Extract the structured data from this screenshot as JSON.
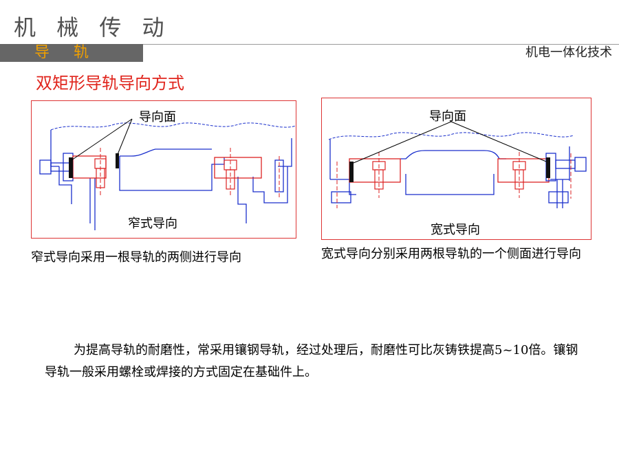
{
  "header": {
    "title": "机 械 传 动",
    "section": "导 轨",
    "subject": "机电一体化技术"
  },
  "heading": "双矩形导轨导向方式",
  "figures": {
    "narrow": {
      "guide_label": "导向面",
      "name_label": "窄式导向",
      "caption": "窄式导向采用一根导轨的两侧进行导向"
    },
    "wide": {
      "guide_label": "导向面",
      "name_label": "宽式导向",
      "caption": "宽式导向分别采用两根导轨的一个侧面进行导向"
    }
  },
  "body": "为提高导轨的耐磨性，常采用镶钢导轨，经过处理后，耐磨性可比灰铸铁提高5~10倍。镶钢导轨一般采用螺栓或焊接的方式固定在基础件上。",
  "colors": {
    "accent": "#e0241c",
    "section_text": "#f0a000",
    "tab_bg": "#666666",
    "drawing_blue": "#1a2fcc",
    "drawing_red": "#dd2222"
  }
}
